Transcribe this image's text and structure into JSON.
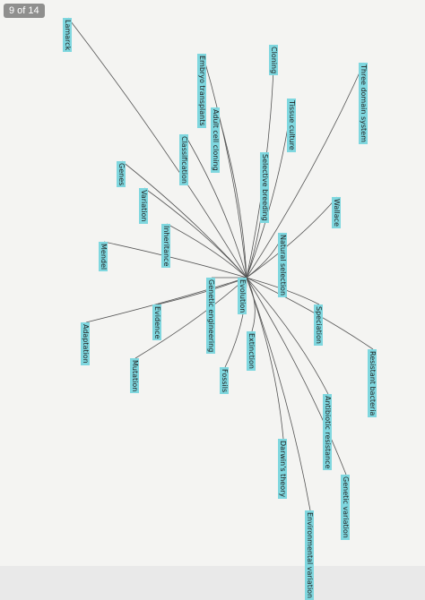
{
  "viewer": {
    "page_counter": "9 of 14"
  },
  "colors": {
    "highlight": "#7fd7df",
    "ink": "#333333",
    "paper": "#f4f4f2"
  },
  "mindmap": {
    "center": "Evolution",
    "highlighted": [
      "Evolution",
      "Natural selection",
      "Selective breeding",
      "Genetic engineering",
      "Fossils",
      "Speciation",
      "Antibiotic resistance",
      "Darwin's theory",
      "Extinction",
      "Evidence",
      "Wallace",
      "Inheritance",
      "Variation",
      "Genes",
      "Mendel",
      "Classification",
      "Cloning",
      "Tissue culture",
      "Embryo transplants",
      "Adult cell cloning",
      "Mutation",
      "Adaptation",
      "Lamarck",
      "Genetic variation",
      "Environmental variation",
      "Resistant bacteria",
      "Three domain system"
    ],
    "notes": []
  }
}
